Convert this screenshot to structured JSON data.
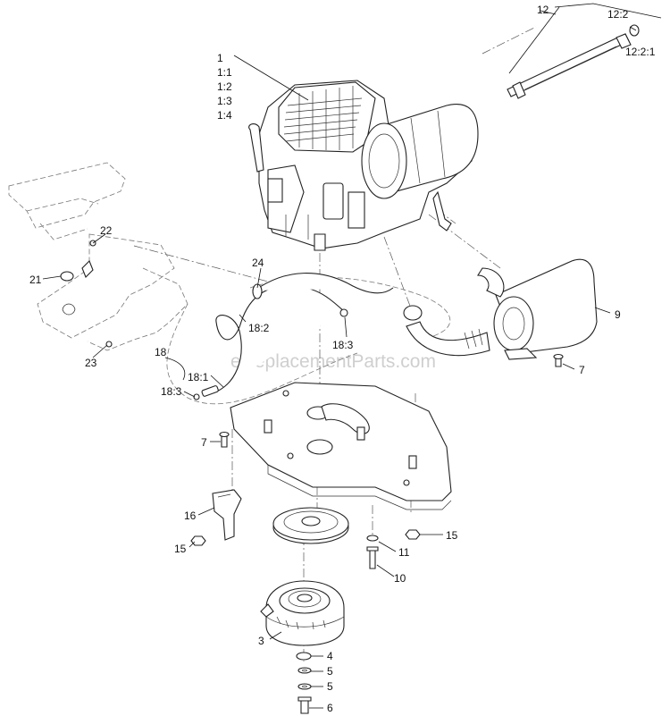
{
  "watermark": "eReplacementParts.com",
  "callouts": {
    "c1": "1",
    "c1_1": "1:1",
    "c1_2": "1:2",
    "c1_3": "1:3",
    "c1_4": "1:4",
    "c12": "12",
    "c12_2": "12:2",
    "c12_2_1": "12:2:1",
    "c22": "22",
    "c24": "24",
    "c21": "21",
    "c23": "23",
    "c18": "18",
    "c18_2": "18:2",
    "c18_3a": "18:3",
    "c18_1": "18:1",
    "c18_3b": "18:3",
    "c9": "9",
    "c7a": "7",
    "c7b": "7",
    "c16": "16",
    "c15a": "15",
    "c15b": "15",
    "c11": "11",
    "c10": "10",
    "c3": "3",
    "c4": "4",
    "c5a": "5",
    "c5b": "5",
    "c6": "6"
  }
}
